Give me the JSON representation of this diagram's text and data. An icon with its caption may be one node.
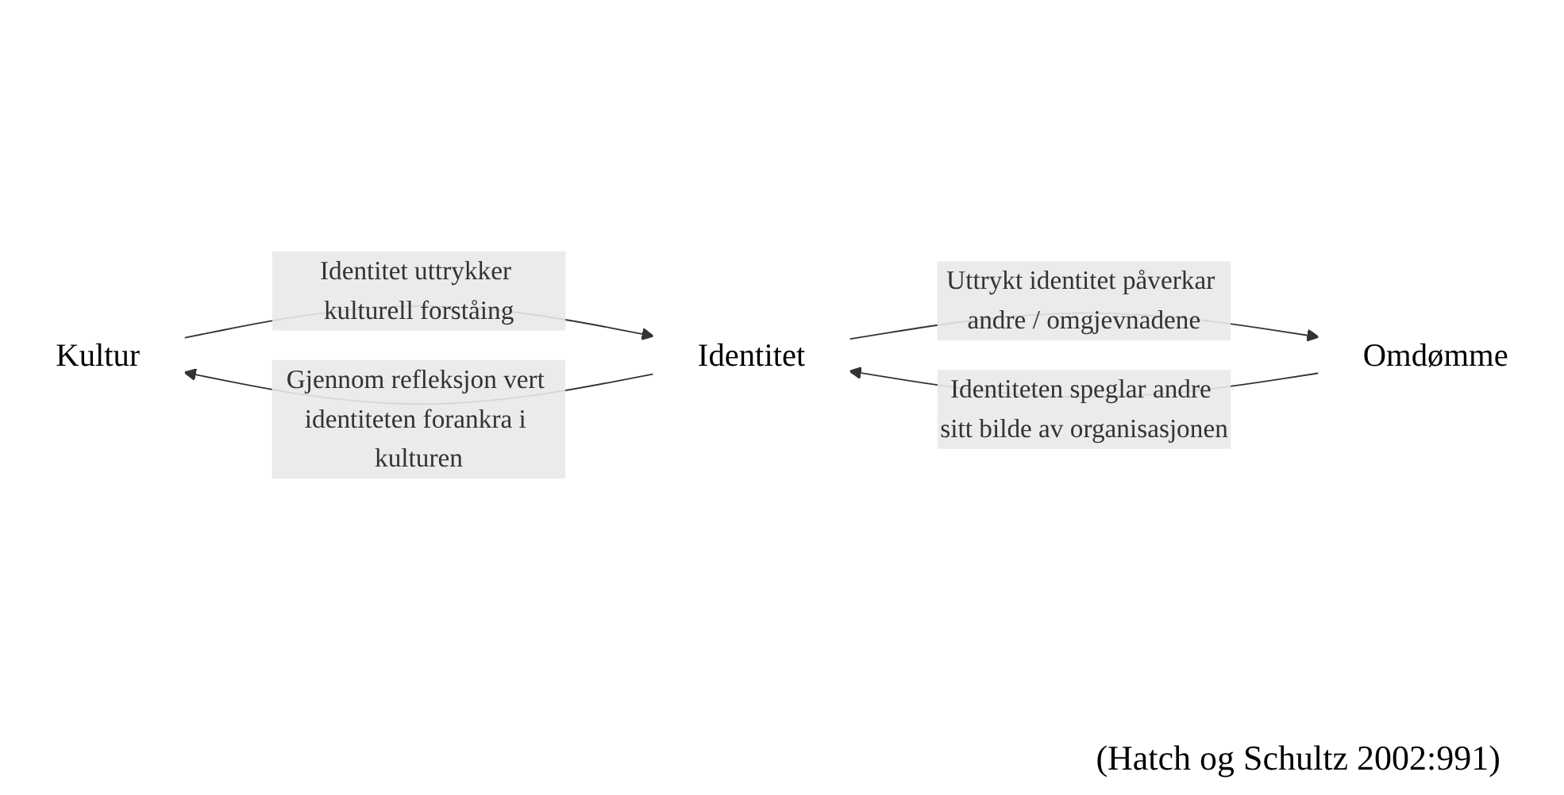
{
  "diagram": {
    "caption": "(Hatch og Schultz 2002:991)",
    "nodes": [
      {
        "text": [
          "Kultur"
        ]
      },
      {
        "text": [
          "Identitet"
        ]
      },
      {
        "text": [
          "Omdømme"
        ]
      }
    ],
    "edges": [
      {
        "from": 0,
        "to": 1,
        "arrow": "to",
        "label": "Identitet uttrykker kulturell forståing"
      },
      {
        "from": 2,
        "to": 1,
        "arrow": "to",
        "label": "Identiteten speglar andre sitt bilde av organisasjonen"
      },
      {
        "from": 1,
        "to": 0,
        "arrow": "to",
        "label": "Gjennom refleksjon vert identiteten forankra i kulturen"
      },
      {
        "from": 1,
        "to": 2,
        "arrow": "to",
        "label": "Uttrykt identitet påverkar andre / omgjevnadene"
      }
    ]
  }
}
